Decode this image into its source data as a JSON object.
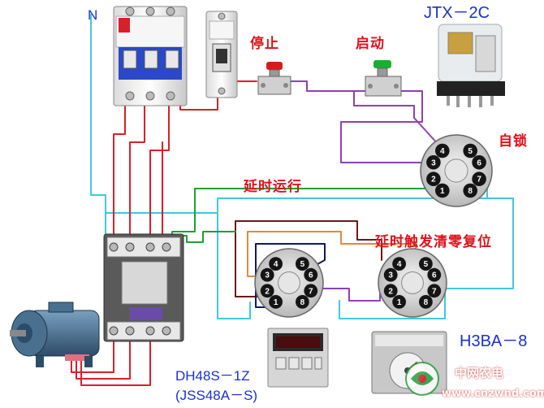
{
  "labels": {
    "neutral": "N",
    "stop": "停止",
    "start": "启动",
    "relay_model": "JTX－2C",
    "self_lock": "自锁",
    "delay_run": "延时运行",
    "delay_reset": "延时触发清零复位",
    "timer_model_1": "DH48S－1Z",
    "timer_model_2": "(JSS48A－S)",
    "relay_model_2": "H3BA－8"
  },
  "watermark": {
    "line1": "中网农电",
    "line2": "www.cnzwnd.com"
  },
  "socket_pins": [
    "1",
    "2",
    "3",
    "4",
    "5",
    "6",
    "7",
    "8"
  ],
  "colors": {
    "wire_cyan": "#40c8dc",
    "wire_red": "#d8202a",
    "wire_purple": "#9040b0",
    "wire_green": "#20a030",
    "wire_darkred": "#6a1a1a",
    "wire_orange": "#e08a40",
    "wire_navy": "#101a60",
    "label_red": "#e0101a",
    "label_blue": "#1a2fd0"
  }
}
